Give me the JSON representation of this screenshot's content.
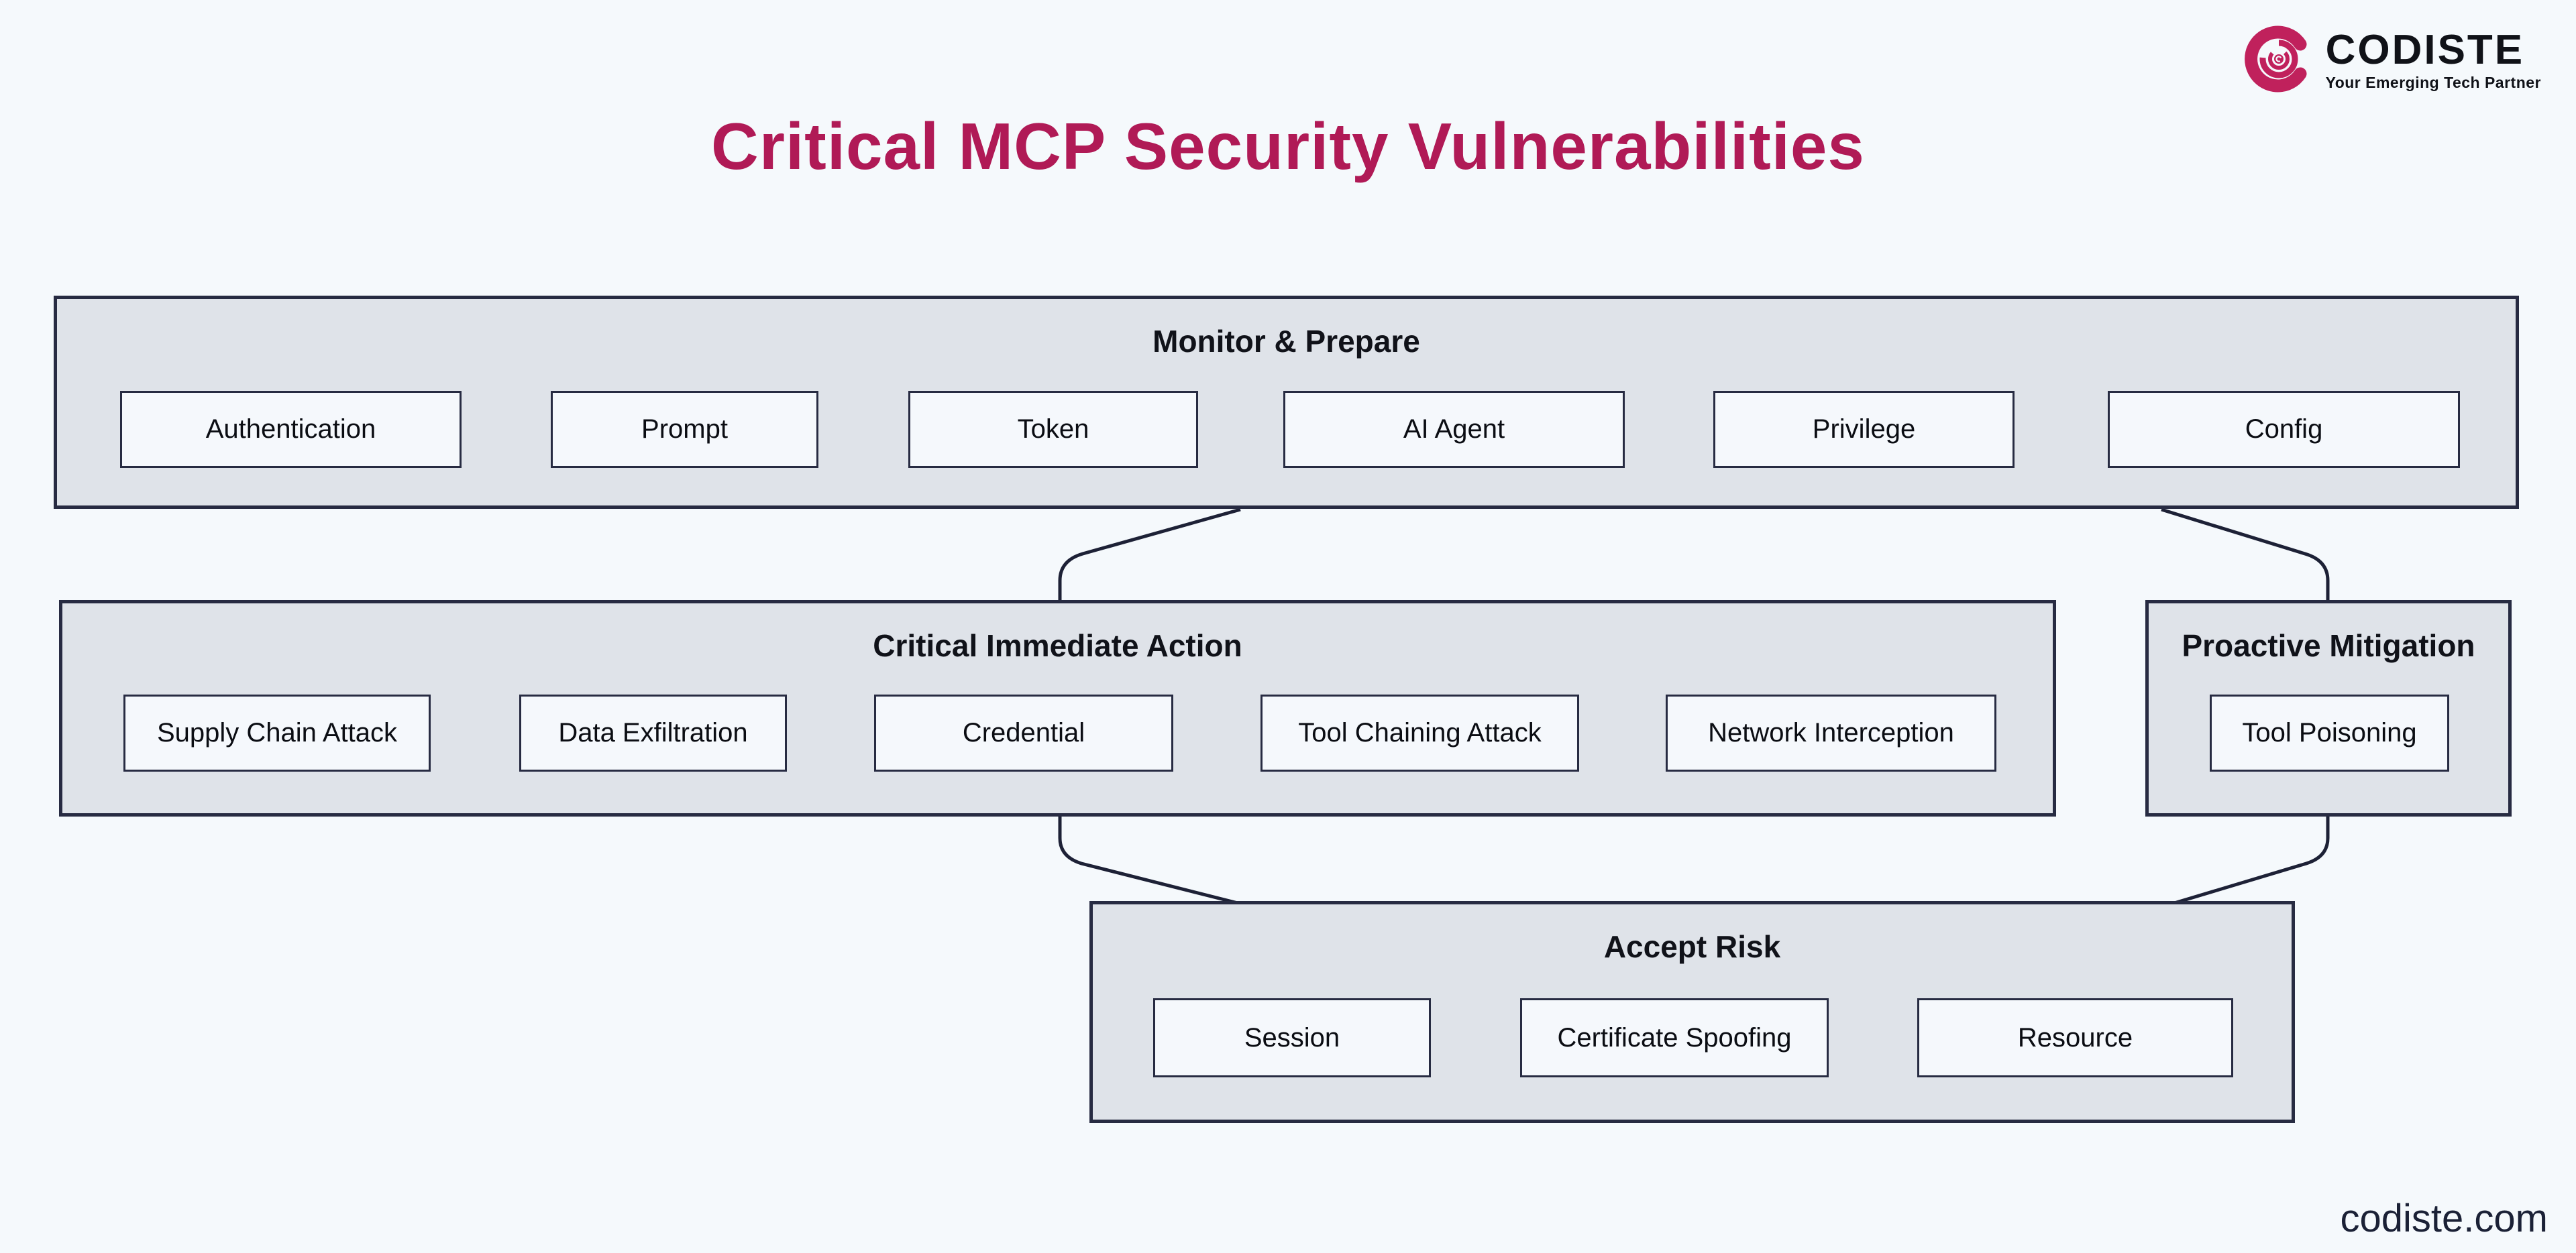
{
  "page": {
    "title": "Critical MCP Security Vulnerabilities",
    "footer_url": "codiste.com",
    "background_color": "#f5f9fc",
    "title_color": "#b01a56",
    "border_color": "#272b42",
    "group_fill_color": "#dfe3e9",
    "item_fill_color": "#f5f8fc"
  },
  "logo": {
    "name": "CODISTE",
    "tagline": "Your Emerging Tech Partner",
    "brand_color": "#c0215c"
  },
  "groups": [
    {
      "label": "Monitor & Prepare",
      "items": [
        "Authentication",
        "Prompt",
        "Token",
        "AI Agent",
        "Privilege",
        "Config"
      ]
    },
    {
      "label": "Critical Immediate Action",
      "items": [
        "Supply Chain Attack",
        "Data Exfiltration",
        "Credential",
        "Tool Chaining Attack",
        "Network Interception"
      ]
    },
    {
      "label": "Proactive Mitigation",
      "items": [
        "Tool Poisoning"
      ]
    },
    {
      "label": "Accept Risk",
      "items": [
        "Session",
        "Certificate Spoofing",
        "Resource"
      ]
    }
  ]
}
